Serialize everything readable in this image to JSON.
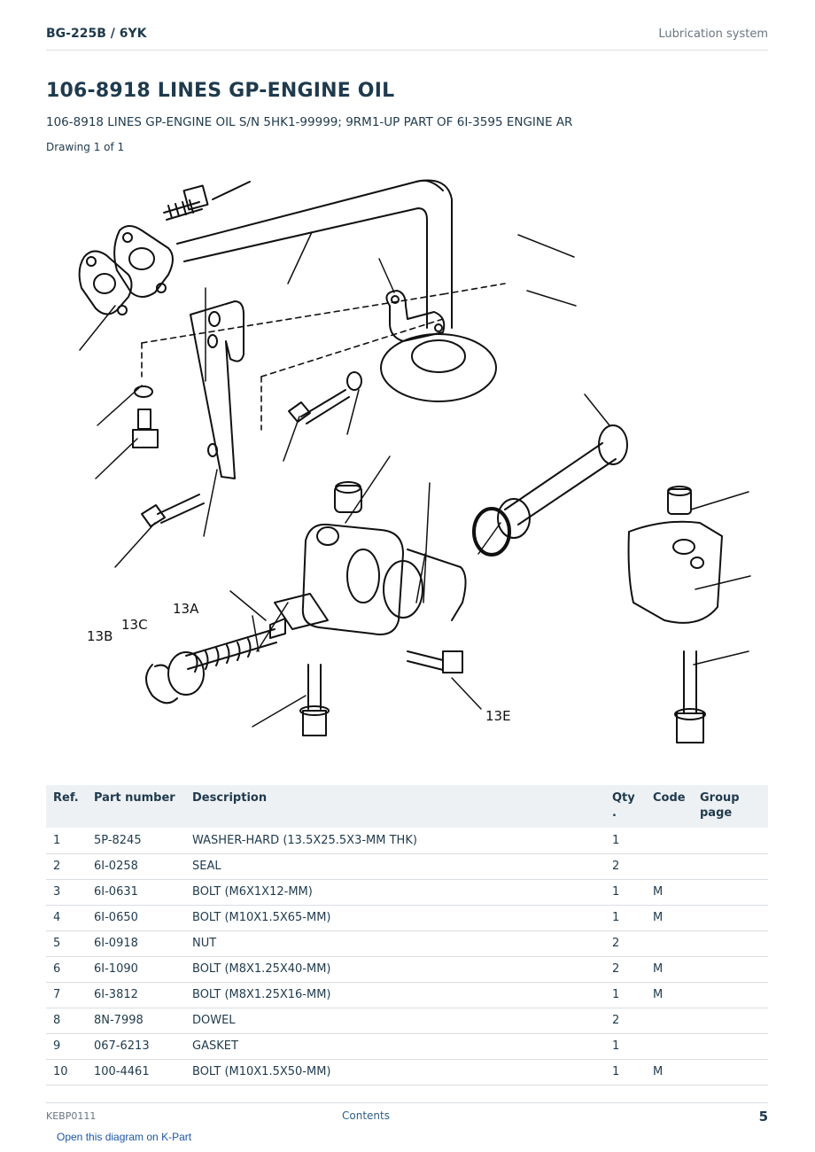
{
  "header": {
    "model": "BG-225B  /  6YK",
    "section": "Lubrication system"
  },
  "title": "106-8918 LINES GP-ENGINE OIL",
  "subtitle": "106-8918 LINES GP-ENGINE OIL S/N 5HK1-99999; 9RM1-UP PART OF 6I-3595 ENGINE AR",
  "drawing_info": "Drawing 1 of 1",
  "diagram": {
    "callouts": [
      "13A",
      "13B",
      "13C",
      "13E"
    ]
  },
  "table": {
    "headers": {
      "ref": "Ref.",
      "part_number": "Part number",
      "description": "Description",
      "qty": "Qty .",
      "code": "Code",
      "group_page": "Group page"
    },
    "rows": [
      {
        "ref": "1",
        "part_number": "5P-8245",
        "description": "WASHER-HARD (13.5X25.5X3-MM THK)",
        "qty": "1",
        "code": ""
      },
      {
        "ref": "2",
        "part_number": "6I-0258",
        "description": "SEAL",
        "qty": "2",
        "code": ""
      },
      {
        "ref": "3",
        "part_number": "6I-0631",
        "description": "BOLT (M6X1X12-MM)",
        "qty": "1",
        "code": "M"
      },
      {
        "ref": "4",
        "part_number": "6I-0650",
        "description": "BOLT (M10X1.5X65-MM)",
        "qty": "1",
        "code": "M"
      },
      {
        "ref": "5",
        "part_number": "6I-0918",
        "description": "NUT",
        "qty": "2",
        "code": ""
      },
      {
        "ref": "6",
        "part_number": "6I-1090",
        "description": "BOLT (M8X1.25X40-MM)",
        "qty": "2",
        "code": "M"
      },
      {
        "ref": "7",
        "part_number": "6I-3812",
        "description": "BOLT (M8X1.25X16-MM)",
        "qty": "1",
        "code": "M"
      },
      {
        "ref": "8",
        "part_number": "8N-7998",
        "description": "DOWEL",
        "qty": "2",
        "code": ""
      },
      {
        "ref": "9",
        "part_number": "067-6213",
        "description": "GASKET",
        "qty": "1",
        "code": ""
      },
      {
        "ref": "10",
        "part_number": "100-4461",
        "description": "BOLT (M10X1.5X50-MM)",
        "qty": "1",
        "code": "M"
      }
    ]
  },
  "footer": {
    "doc_code": "KEBP0111",
    "contents_link": "Contents",
    "page_number": "5",
    "open_link": "Open this diagram on K-Part"
  }
}
